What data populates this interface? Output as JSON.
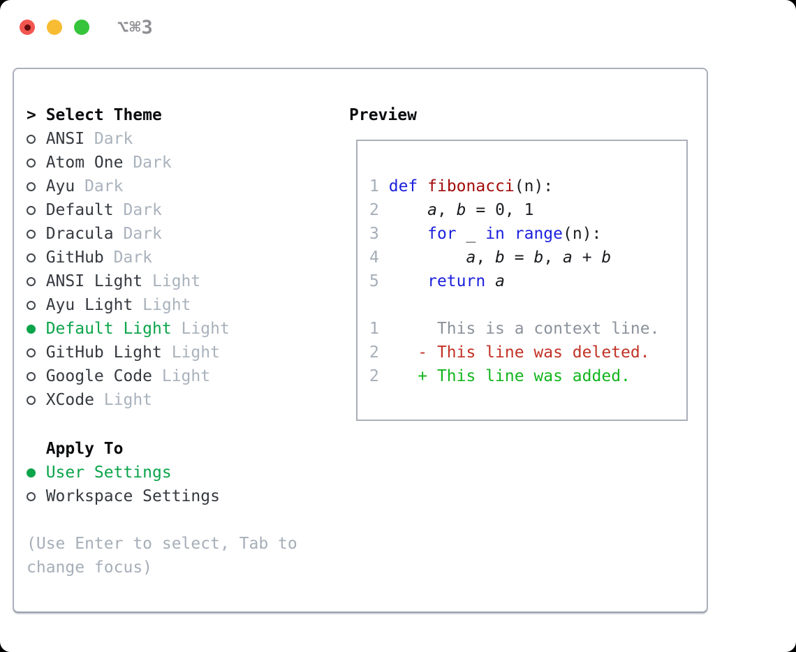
{
  "window": {
    "shortcut_label": "⌥⌘3"
  },
  "theme_panel": {
    "header_marker": ">",
    "header_label": "Select Theme",
    "items": [
      {
        "name": "ANSI",
        "variant": "Dark",
        "selected": false
      },
      {
        "name": "Atom One",
        "variant": "Dark",
        "selected": false
      },
      {
        "name": "Ayu",
        "variant": "Dark",
        "selected": false
      },
      {
        "name": "Default",
        "variant": "Dark",
        "selected": false
      },
      {
        "name": "Dracula",
        "variant": "Dark",
        "selected": false
      },
      {
        "name": "GitHub",
        "variant": "Dark",
        "selected": false
      },
      {
        "name": "ANSI Light",
        "variant": "Light",
        "selected": false
      },
      {
        "name": "Ayu Light",
        "variant": "Light",
        "selected": false
      },
      {
        "name": "Default Light",
        "variant": "Light",
        "selected": true
      },
      {
        "name": "GitHub Light",
        "variant": "Light",
        "selected": false
      },
      {
        "name": "Google Code",
        "variant": "Light",
        "selected": false
      },
      {
        "name": "XCode",
        "variant": "Light",
        "selected": false
      }
    ]
  },
  "apply_panel": {
    "header_label": "Apply To",
    "items": [
      {
        "name": "User Settings",
        "selected": true
      },
      {
        "name": "Workspace Settings",
        "selected": false
      }
    ]
  },
  "help_text": "(Use Enter to select, Tab to\nchange focus)",
  "preview": {
    "header_label": "Preview",
    "lines": [
      [
        [
          "ln",
          "1"
        ],
        [
          "pl",
          " "
        ],
        [
          "kw",
          "def"
        ],
        [
          "pl",
          " "
        ],
        [
          "fn",
          "fibonacci"
        ],
        [
          "pl",
          "(n):"
        ]
      ],
      [
        [
          "ln",
          "2"
        ],
        [
          "pl",
          "     "
        ],
        [
          "var",
          "a"
        ],
        [
          "pl",
          ", "
        ],
        [
          "var",
          "b"
        ],
        [
          "pl",
          " = 0, 1"
        ]
      ],
      [
        [
          "ln",
          "3"
        ],
        [
          "pl",
          "     "
        ],
        [
          "kw",
          "for"
        ],
        [
          "pl",
          " _ "
        ],
        [
          "kw",
          "in"
        ],
        [
          "pl",
          " "
        ],
        [
          "kw",
          "range"
        ],
        [
          "pl",
          "(n):"
        ]
      ],
      [
        [
          "ln",
          "4"
        ],
        [
          "pl",
          "         "
        ],
        [
          "var",
          "a"
        ],
        [
          "pl",
          ", "
        ],
        [
          "var",
          "b"
        ],
        [
          "pl",
          " = "
        ],
        [
          "var",
          "b"
        ],
        [
          "pl",
          ", "
        ],
        [
          "var",
          "a"
        ],
        [
          "pl",
          " + "
        ],
        [
          "var",
          "b"
        ]
      ],
      [
        [
          "ln",
          "5"
        ],
        [
          "pl",
          "     "
        ],
        [
          "kw",
          "return"
        ],
        [
          "pl",
          " "
        ],
        [
          "var",
          "a"
        ]
      ],
      [],
      [
        [
          "ln",
          "1"
        ],
        [
          "pl",
          "      "
        ],
        [
          "ctx",
          "This is a context line."
        ]
      ],
      [
        [
          "ln",
          "2"
        ],
        [
          "pl",
          "    "
        ],
        [
          "del",
          "- This line was deleted."
        ]
      ],
      [
        [
          "ln",
          "2"
        ],
        [
          "pl",
          "    "
        ],
        [
          "add",
          "+ This line was added."
        ]
      ]
    ]
  },
  "colors": {
    "accent_green": "#0aa44a",
    "keyword_blue": "#1b1fdd",
    "function_red": "#a30b0b",
    "diff_deleted_red": "#c23226",
    "diff_added_green": "#13b51e",
    "muted_gray": "#a9b2bc",
    "context_gray": "#8b929b",
    "border_gray": "#aab0ba",
    "traffic_red": "#f2564f",
    "traffic_red_dot": "#640d0d",
    "traffic_yellow": "#f8bc33",
    "traffic_green": "#36c43c",
    "shortcut_gray": "#8f8f94"
  }
}
